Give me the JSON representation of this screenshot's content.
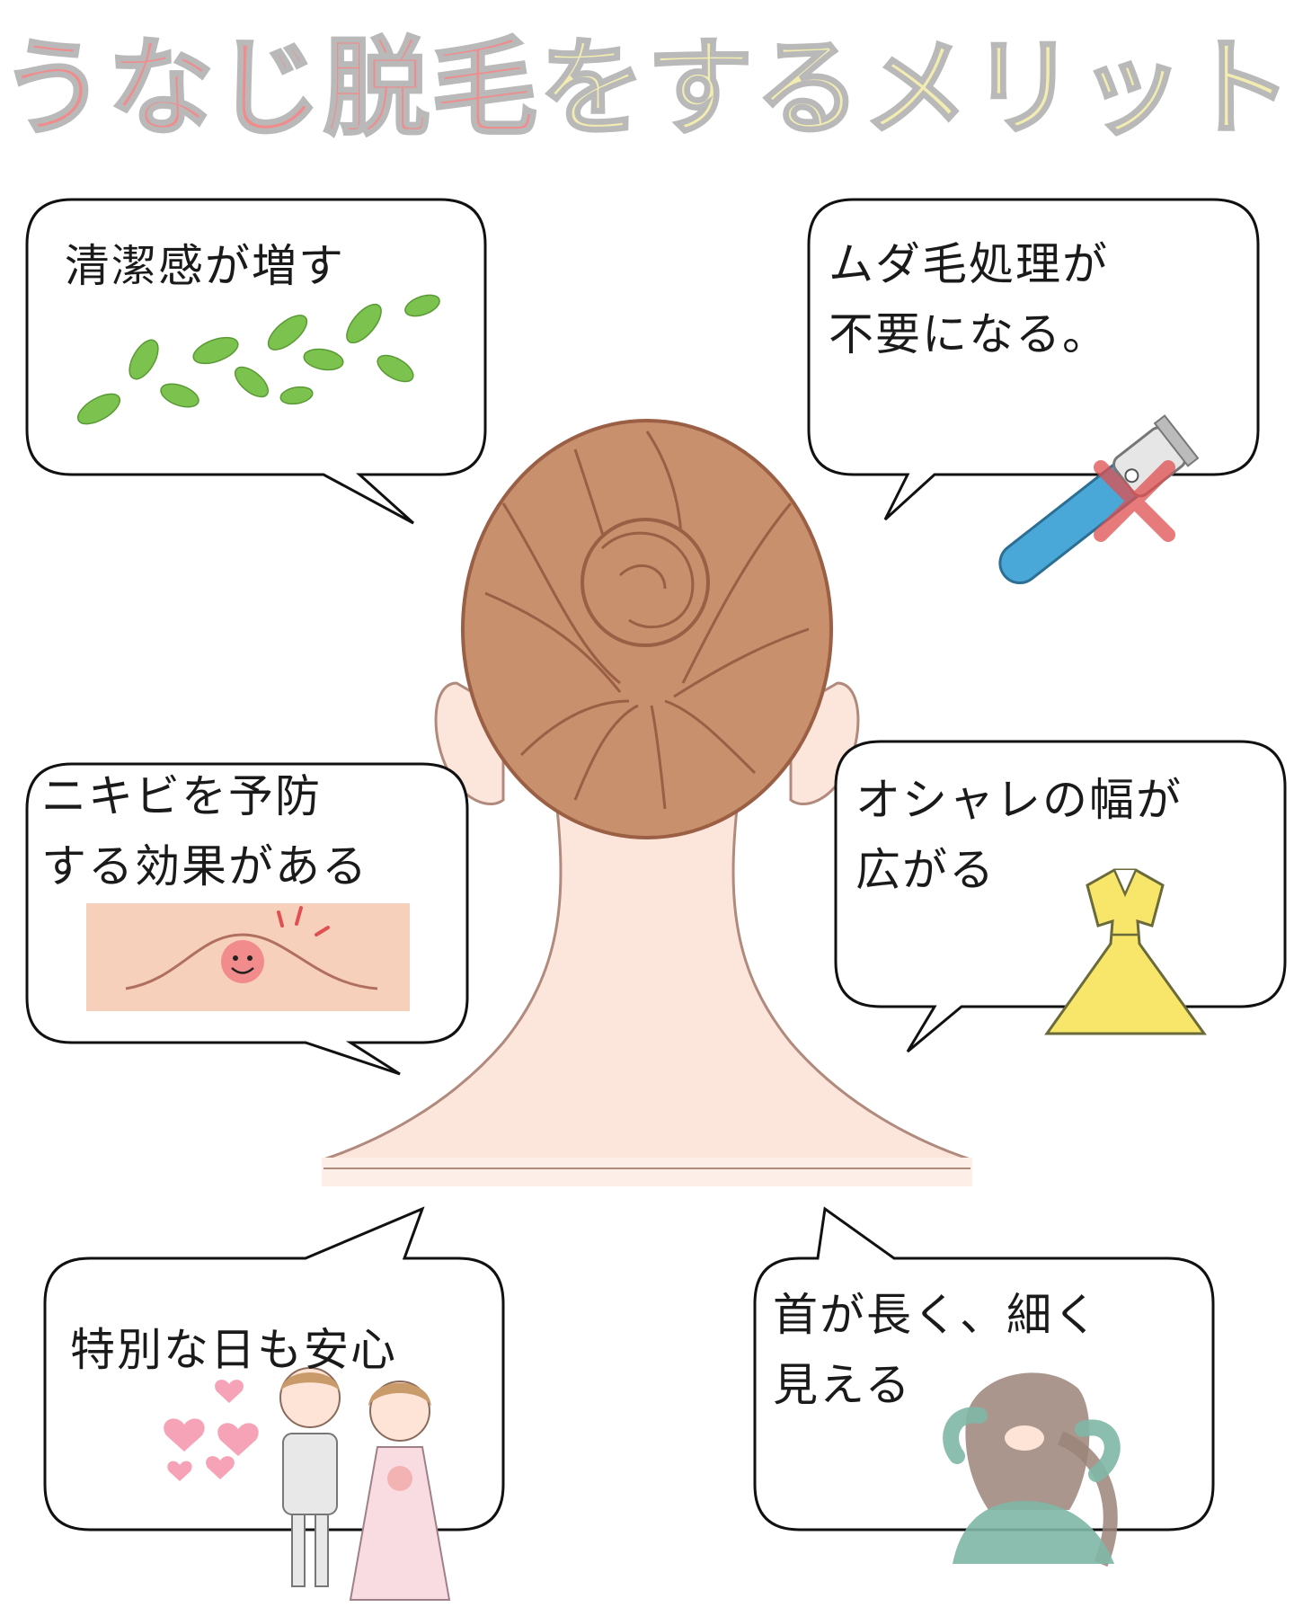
{
  "title": {
    "part1": "うなじ脱毛",
    "part2": "をするメリット"
  },
  "colors": {
    "title_pink": "#f08c8c",
    "title_cream": "#f2ecb0",
    "hair": "#c8906c",
    "hair_line": "#9a5f45",
    "skin": "#fce6dc",
    "skin_line": "#b08a7c",
    "leaf": "#7cc24e",
    "dress": "#f8e66a",
    "trimmer": "#4aa8d8",
    "cross": "#e05050"
  },
  "bubbles": {
    "cleanliness": {
      "line1": "清潔感が増す"
    },
    "no_shaving": {
      "line1": "ムダ毛処理が",
      "line2": "不要になる。"
    },
    "acne": {
      "line1": "ニキビを予防",
      "line2": "する効果がある"
    },
    "fashion": {
      "line1": "オシャレの幅が",
      "line2": "広がる"
    },
    "special_day": {
      "line1": "特別な日も安心"
    },
    "neck": {
      "line1": "首が長く、細く",
      "line2": "見える"
    }
  },
  "icons": {
    "leaves": "leaves-icon",
    "trimmer": "trimmer-icon",
    "acne": "acne-icon",
    "dress": "dress-icon",
    "couple": "wedding-couple-icon",
    "woman": "woman-hair-icon"
  }
}
